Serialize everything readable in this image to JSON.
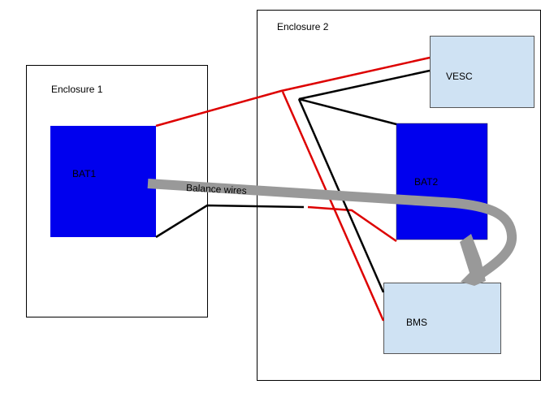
{
  "enclosures": [
    {
      "label": "Enclosure 1"
    },
    {
      "label": "Enclosure 2"
    }
  ],
  "components": {
    "bat1": "BAT1",
    "bat2": "BAT2",
    "vesc": "VESC",
    "bms": "BMS"
  },
  "cable_label": "Balance wires",
  "colors": {
    "battery": "#0000ee",
    "module": "#cfe2f3",
    "positive_wire": "#dd0000",
    "negative_wire": "#000000",
    "balance_cable": "#999999"
  }
}
